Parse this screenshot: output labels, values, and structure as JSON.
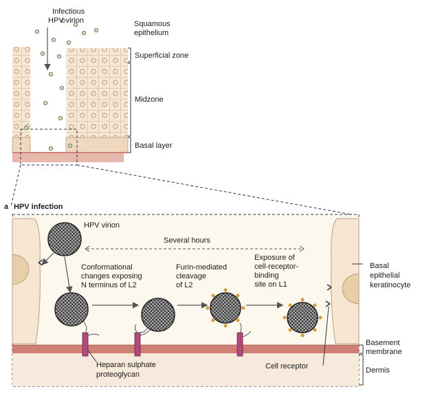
{
  "top": {
    "virion_label_1": "Infectious",
    "virion_label_2": "HPV virion",
    "epithelium_label_1": "Squamous",
    "epithelium_label_2": "epithelium",
    "superficial_label": "Superficial zone",
    "midzone_label": "Midzone",
    "basal_label": "Basal layer"
  },
  "panel": {
    "title_letter": "a",
    "title": "HPV infection",
    "virion_label": "HPV virion",
    "several_hours": "Several hours",
    "step1": [
      "Conformational",
      "changes exposing",
      "N terminus of L2"
    ],
    "step2": [
      "Furin-mediated",
      "cleavage",
      "of L2"
    ],
    "step3": [
      "Exposure of",
      "cell-receptor-",
      "binding",
      "site on L1"
    ],
    "keratinocyte": [
      "Basal",
      "epithelial",
      "keratinocyte"
    ],
    "basement": [
      "Basement",
      "membrane"
    ],
    "dermis": "Dermis",
    "heparan": [
      "Heparan sulphate",
      "proteoglycan"
    ],
    "cell_receptor": "Cell receptor"
  },
  "colors": {
    "tissue": "#f5e2cf",
    "cell_fill": "#f6e6d2",
    "cell_stroke": "#b99d80",
    "membrane": "#cf7f74",
    "virion_dark": "#2d2d2d",
    "virion_spike": "#d49a3c",
    "panel_bg": "#fcf8ed",
    "proteoglycan": "#b04a7a"
  }
}
